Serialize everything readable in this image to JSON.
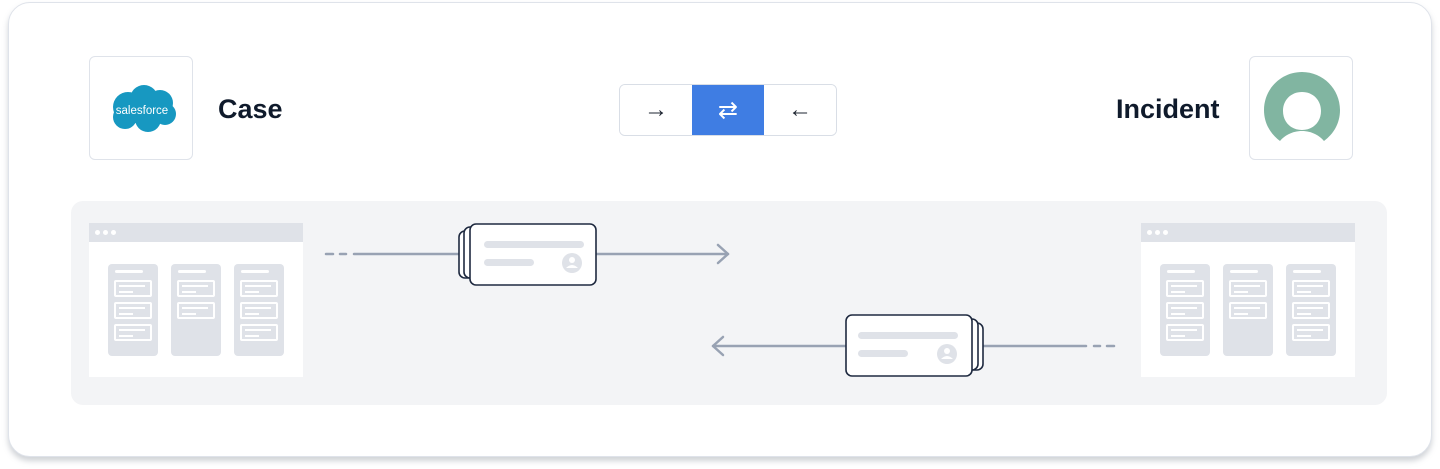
{
  "left_entity": {
    "label": "Case",
    "logo_text": "salesforce",
    "logo_name": "salesforce-logo",
    "brand_color": "#1798c1"
  },
  "right_entity": {
    "label": "Incident",
    "logo_name": "servicenow-logo",
    "brand_color": "#81b5a1"
  },
  "direction_toggle": {
    "options": [
      {
        "glyph": "→",
        "name": "one-way-right"
      },
      {
        "glyph": "⇄",
        "name": "two-way"
      },
      {
        "glyph": "←",
        "name": "one-way-left"
      }
    ],
    "active": 1,
    "accent_color": "#3f7de3"
  }
}
